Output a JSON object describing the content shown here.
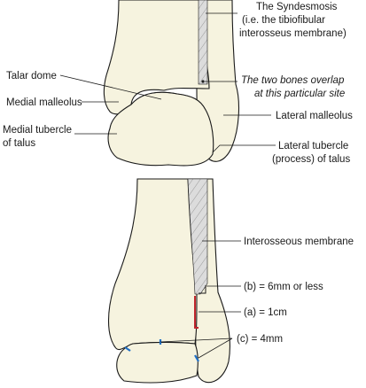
{
  "top_labels": {
    "syndesmosis_line1": "The Syndesmosis",
    "syndesmosis_line2": "(i.e. the tibiofibular",
    "syndesmosis_line3": "interosseus  membrane)",
    "talar_dome": "Talar dome",
    "overlap_line1": "The two bones overlap",
    "overlap_line2": "at this particular site",
    "medial_malleolus": "Medial malleolus",
    "medial_tubercle_line1": "Medial tubercle",
    "medial_tubercle_line2": "of talus",
    "lateral_malleolus": "Lateral malleolus",
    "lateral_tubercle_line1": "Lateral tubercle",
    "lateral_tubercle_line2": "(process) of talus"
  },
  "bottom_labels": {
    "interosseous_membrane": "Interosseous membrane",
    "measure_b": "(b) = 6mm or less",
    "measure_a": "(a) = 1cm",
    "measure_c": "(c) = 4mm"
  },
  "colors": {
    "bone_fill": "#f6f3df",
    "outline": "#1a1a1a",
    "membrane_fill": "#d9d9d9",
    "measure_a_color": "#c0262d",
    "measure_c_color": "#1f6fc5"
  }
}
